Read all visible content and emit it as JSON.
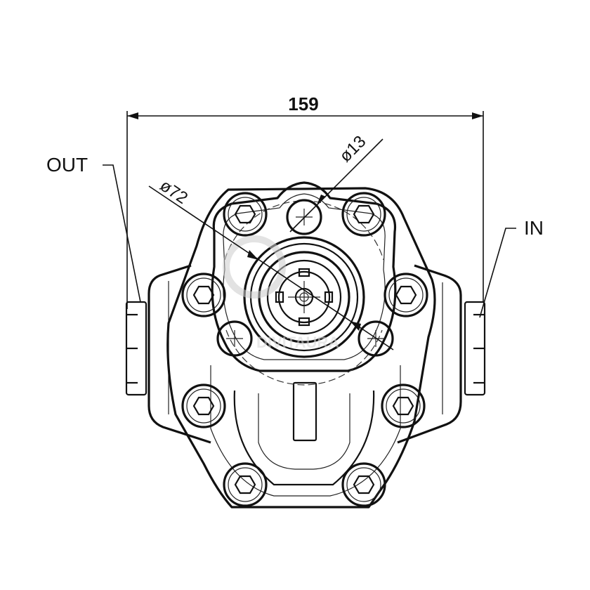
{
  "dimensions": {
    "overall_width": "159",
    "bolt_circle": "ø72",
    "hole": "ø13"
  },
  "ports": {
    "out_label": "OUT",
    "in_label": "IN"
  },
  "colors": {
    "line": "#111111",
    "background": "#ffffff"
  }
}
